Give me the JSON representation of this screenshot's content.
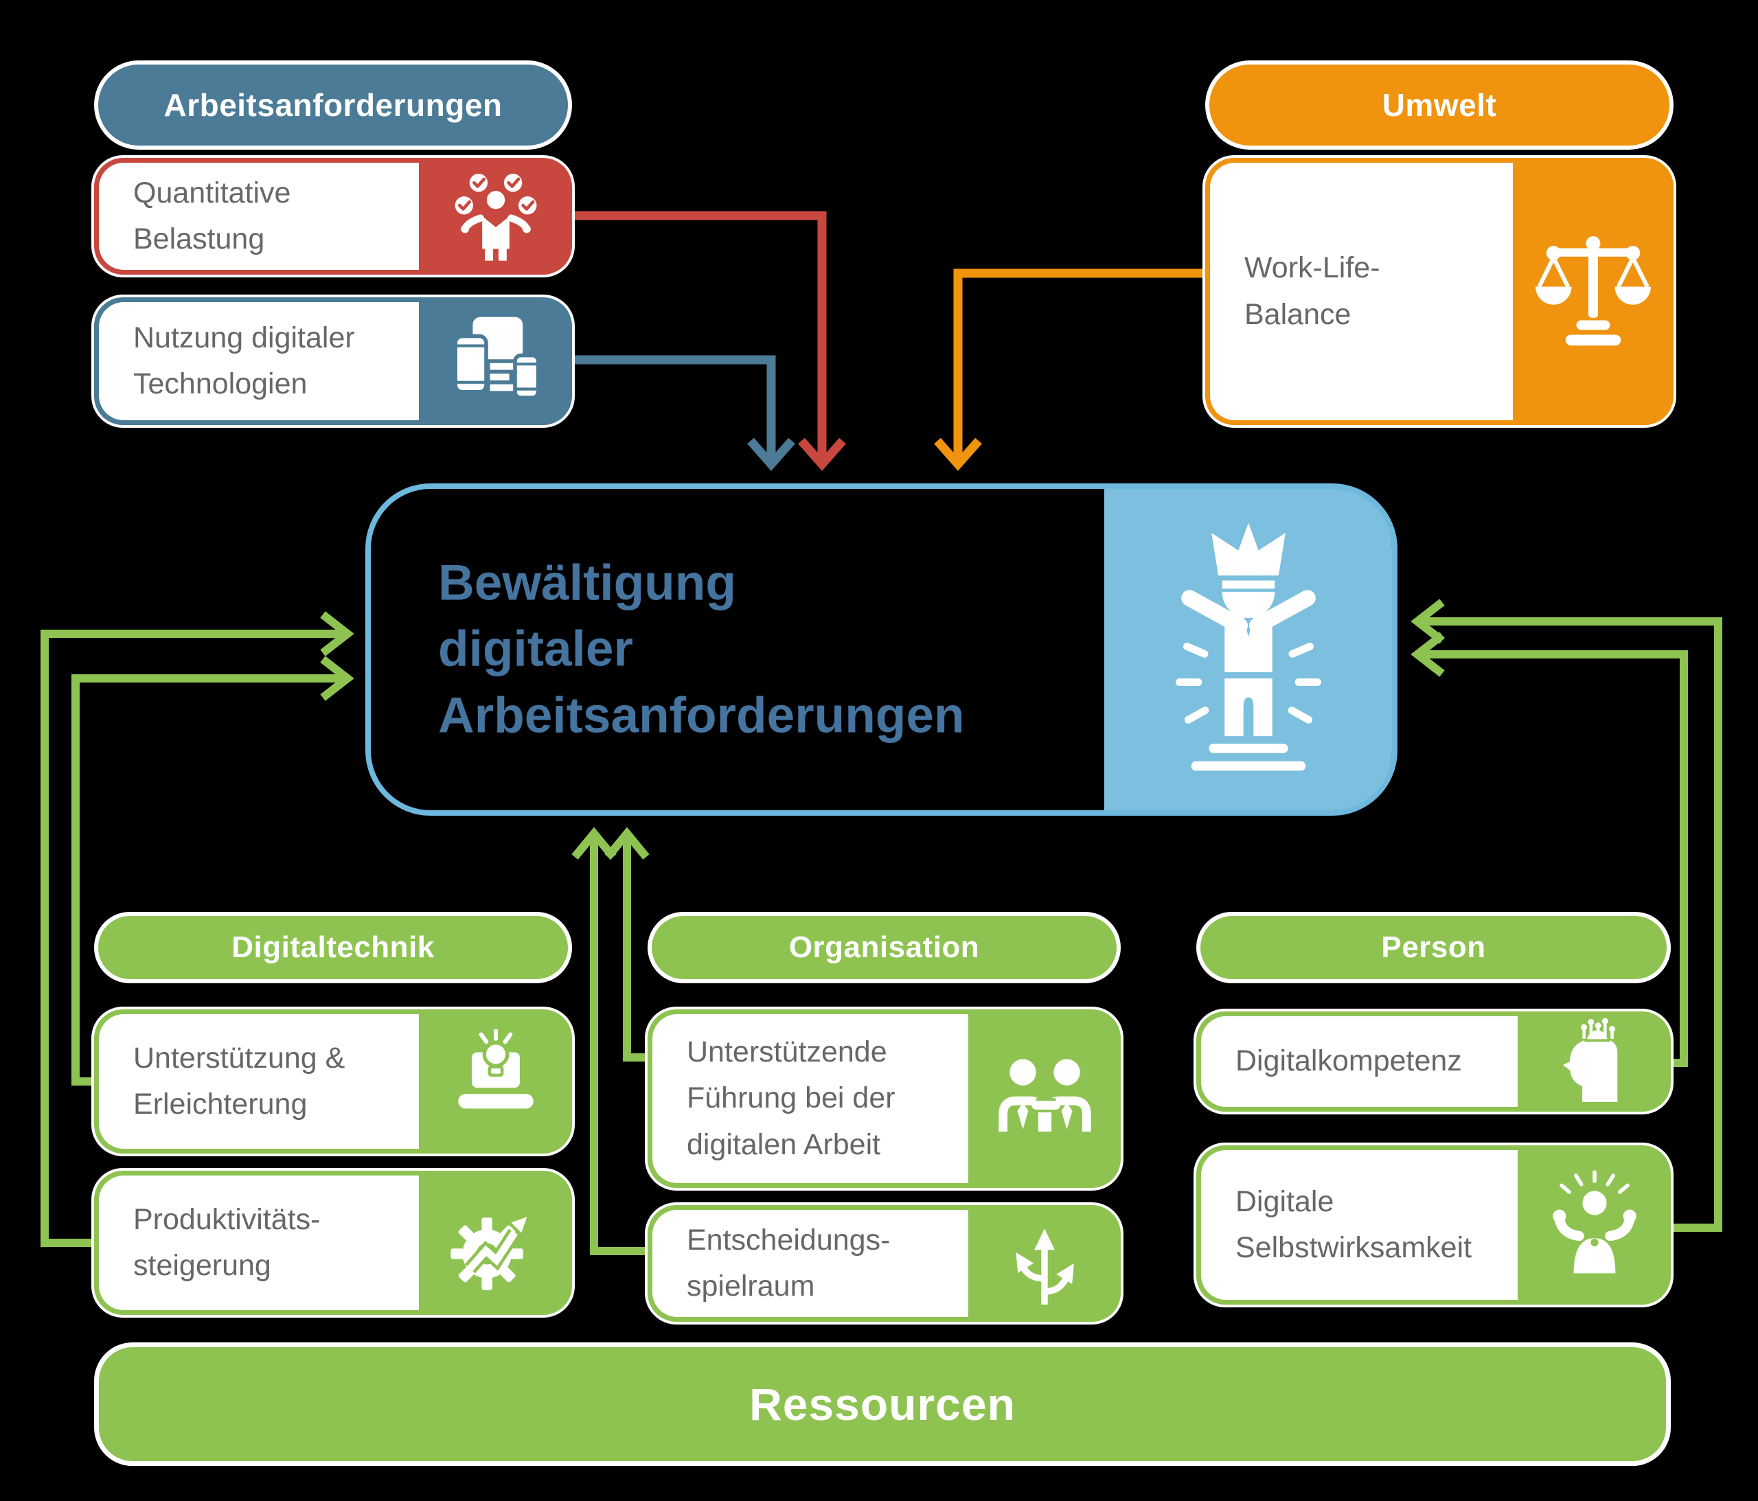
{
  "colors": {
    "background": "#000000",
    "steel_blue": "#4b7b97",
    "red": "#c8483f",
    "orange": "#f0930f",
    "green": "#8ec351",
    "panel_light_blue": "#7cbfdf",
    "center_border_blue": "#6db8dc",
    "center_title_blue": "#45749f",
    "card_text_gray": "#66676a",
    "white": "#ffffff"
  },
  "sections": {
    "arbeitsanforderungen": {
      "header": "Arbeitsanforderungen",
      "cards": [
        {
          "label": "Quantitative\nBelastung",
          "icon": "checkmarks-person-icon",
          "accent": "#c8483f"
        },
        {
          "label": "Nutzung digitaler\nTechnologien",
          "icon": "digital-devices-icon",
          "accent": "#4b7b97"
        }
      ]
    },
    "umwelt": {
      "header": "Umwelt",
      "cards": [
        {
          "label": "Work-Life-\nBalance",
          "icon": "balance-scale-icon",
          "accent": "#f0930f"
        }
      ]
    },
    "center": {
      "title": "Bewältigung\ndigitaler\nArbeitsanforderungen",
      "icon": "champion-icon"
    },
    "digitaltechnik": {
      "header": "Digitaltechnik",
      "cards": [
        {
          "label": "Unterstützung &\nErleichterung",
          "icon": "laptop-idea-icon",
          "accent": "#8ec351"
        },
        {
          "label": "Produktivitäts-\nsteigerung",
          "icon": "gear-growth-icon",
          "accent": "#8ec351"
        }
      ]
    },
    "organisation": {
      "header": "Organisation",
      "cards": [
        {
          "label": "Unterstützende\nFührung bei der\ndigitalen Arbeit",
          "icon": "supportive-leadership-icon",
          "accent": "#8ec351"
        },
        {
          "label": "Entscheidungs-\nspielraum",
          "icon": "branching-arrows-icon",
          "accent": "#8ec351"
        }
      ]
    },
    "person": {
      "header": "Person",
      "cards": [
        {
          "label": "Digitalkompetenz",
          "icon": "digital-mind-icon",
          "accent": "#8ec351"
        },
        {
          "label": "Digitale\nSelbstwirksamkeit",
          "icon": "self-efficacy-icon",
          "accent": "#8ec351"
        }
      ]
    },
    "ressourcen": {
      "label": "Ressourcen"
    }
  }
}
